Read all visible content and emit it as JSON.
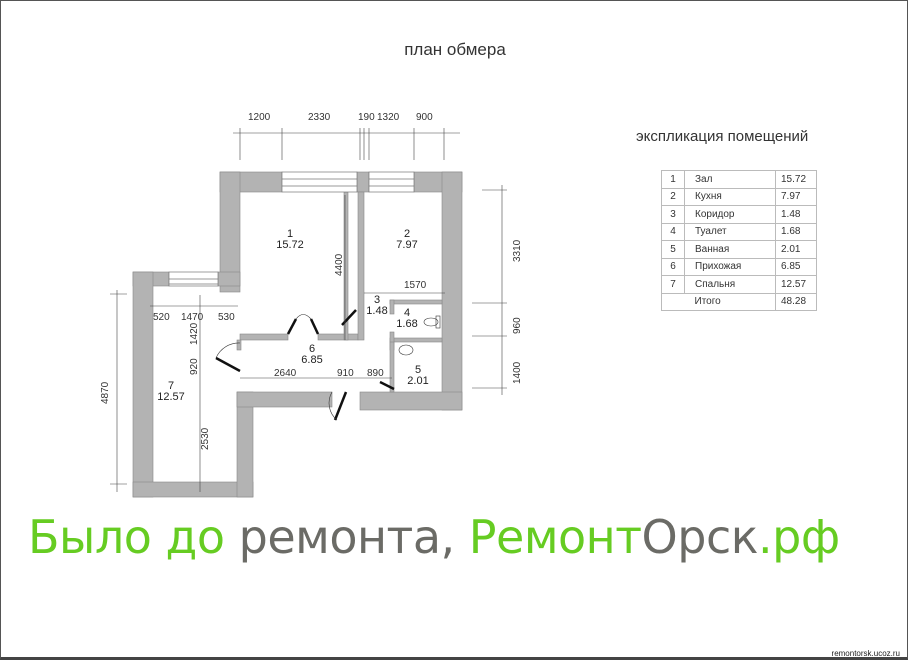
{
  "title": "план обмера",
  "explication": {
    "title": "экспликация помещений",
    "rows": [
      {
        "num": "1",
        "name": "Зал",
        "area": "15.72"
      },
      {
        "num": "2",
        "name": "Кухня",
        "area": "7.97"
      },
      {
        "num": "3",
        "name": "Коридор",
        "area": "1.48"
      },
      {
        "num": "4",
        "name": "Туалет",
        "area": "1.68"
      },
      {
        "num": "5",
        "name": "Ванная",
        "area": "2.01"
      },
      {
        "num": "6",
        "name": "Прихожая",
        "area": "6.85"
      },
      {
        "num": "7",
        "name": "Спальня",
        "area": "12.57"
      }
    ],
    "total": {
      "name": "Итого",
      "area": "48.28"
    }
  },
  "plan": {
    "top_dims": [
      "1200",
      "2330",
      "190",
      "1320",
      "900"
    ],
    "right_dims": [
      "3310",
      "960",
      "1400"
    ],
    "left_dim": "4870",
    "bedroom_dims": [
      "520",
      "1470",
      "530",
      "1420",
      "920",
      "2530"
    ],
    "hall_dims": [
      "2640",
      "910",
      "890"
    ],
    "inner_dims": [
      "4400",
      "1570"
    ],
    "rooms": [
      {
        "num": "1",
        "area": "15.72"
      },
      {
        "num": "2",
        "area": "7.97"
      },
      {
        "num": "3",
        "area": "1.48"
      },
      {
        "num": "4",
        "area": "1.68"
      },
      {
        "num": "5",
        "area": "2.01"
      },
      {
        "num": "6",
        "area": "6.85"
      },
      {
        "num": "7",
        "area": "12.57"
      }
    ]
  },
  "slogan": {
    "part1": "Было до ",
    "part2": "ремонта, ",
    "part3": "Ремонт",
    "part4": "Орск",
    "part5": ".рф"
  },
  "watermark": "remontorsk.ucoz.ru"
}
